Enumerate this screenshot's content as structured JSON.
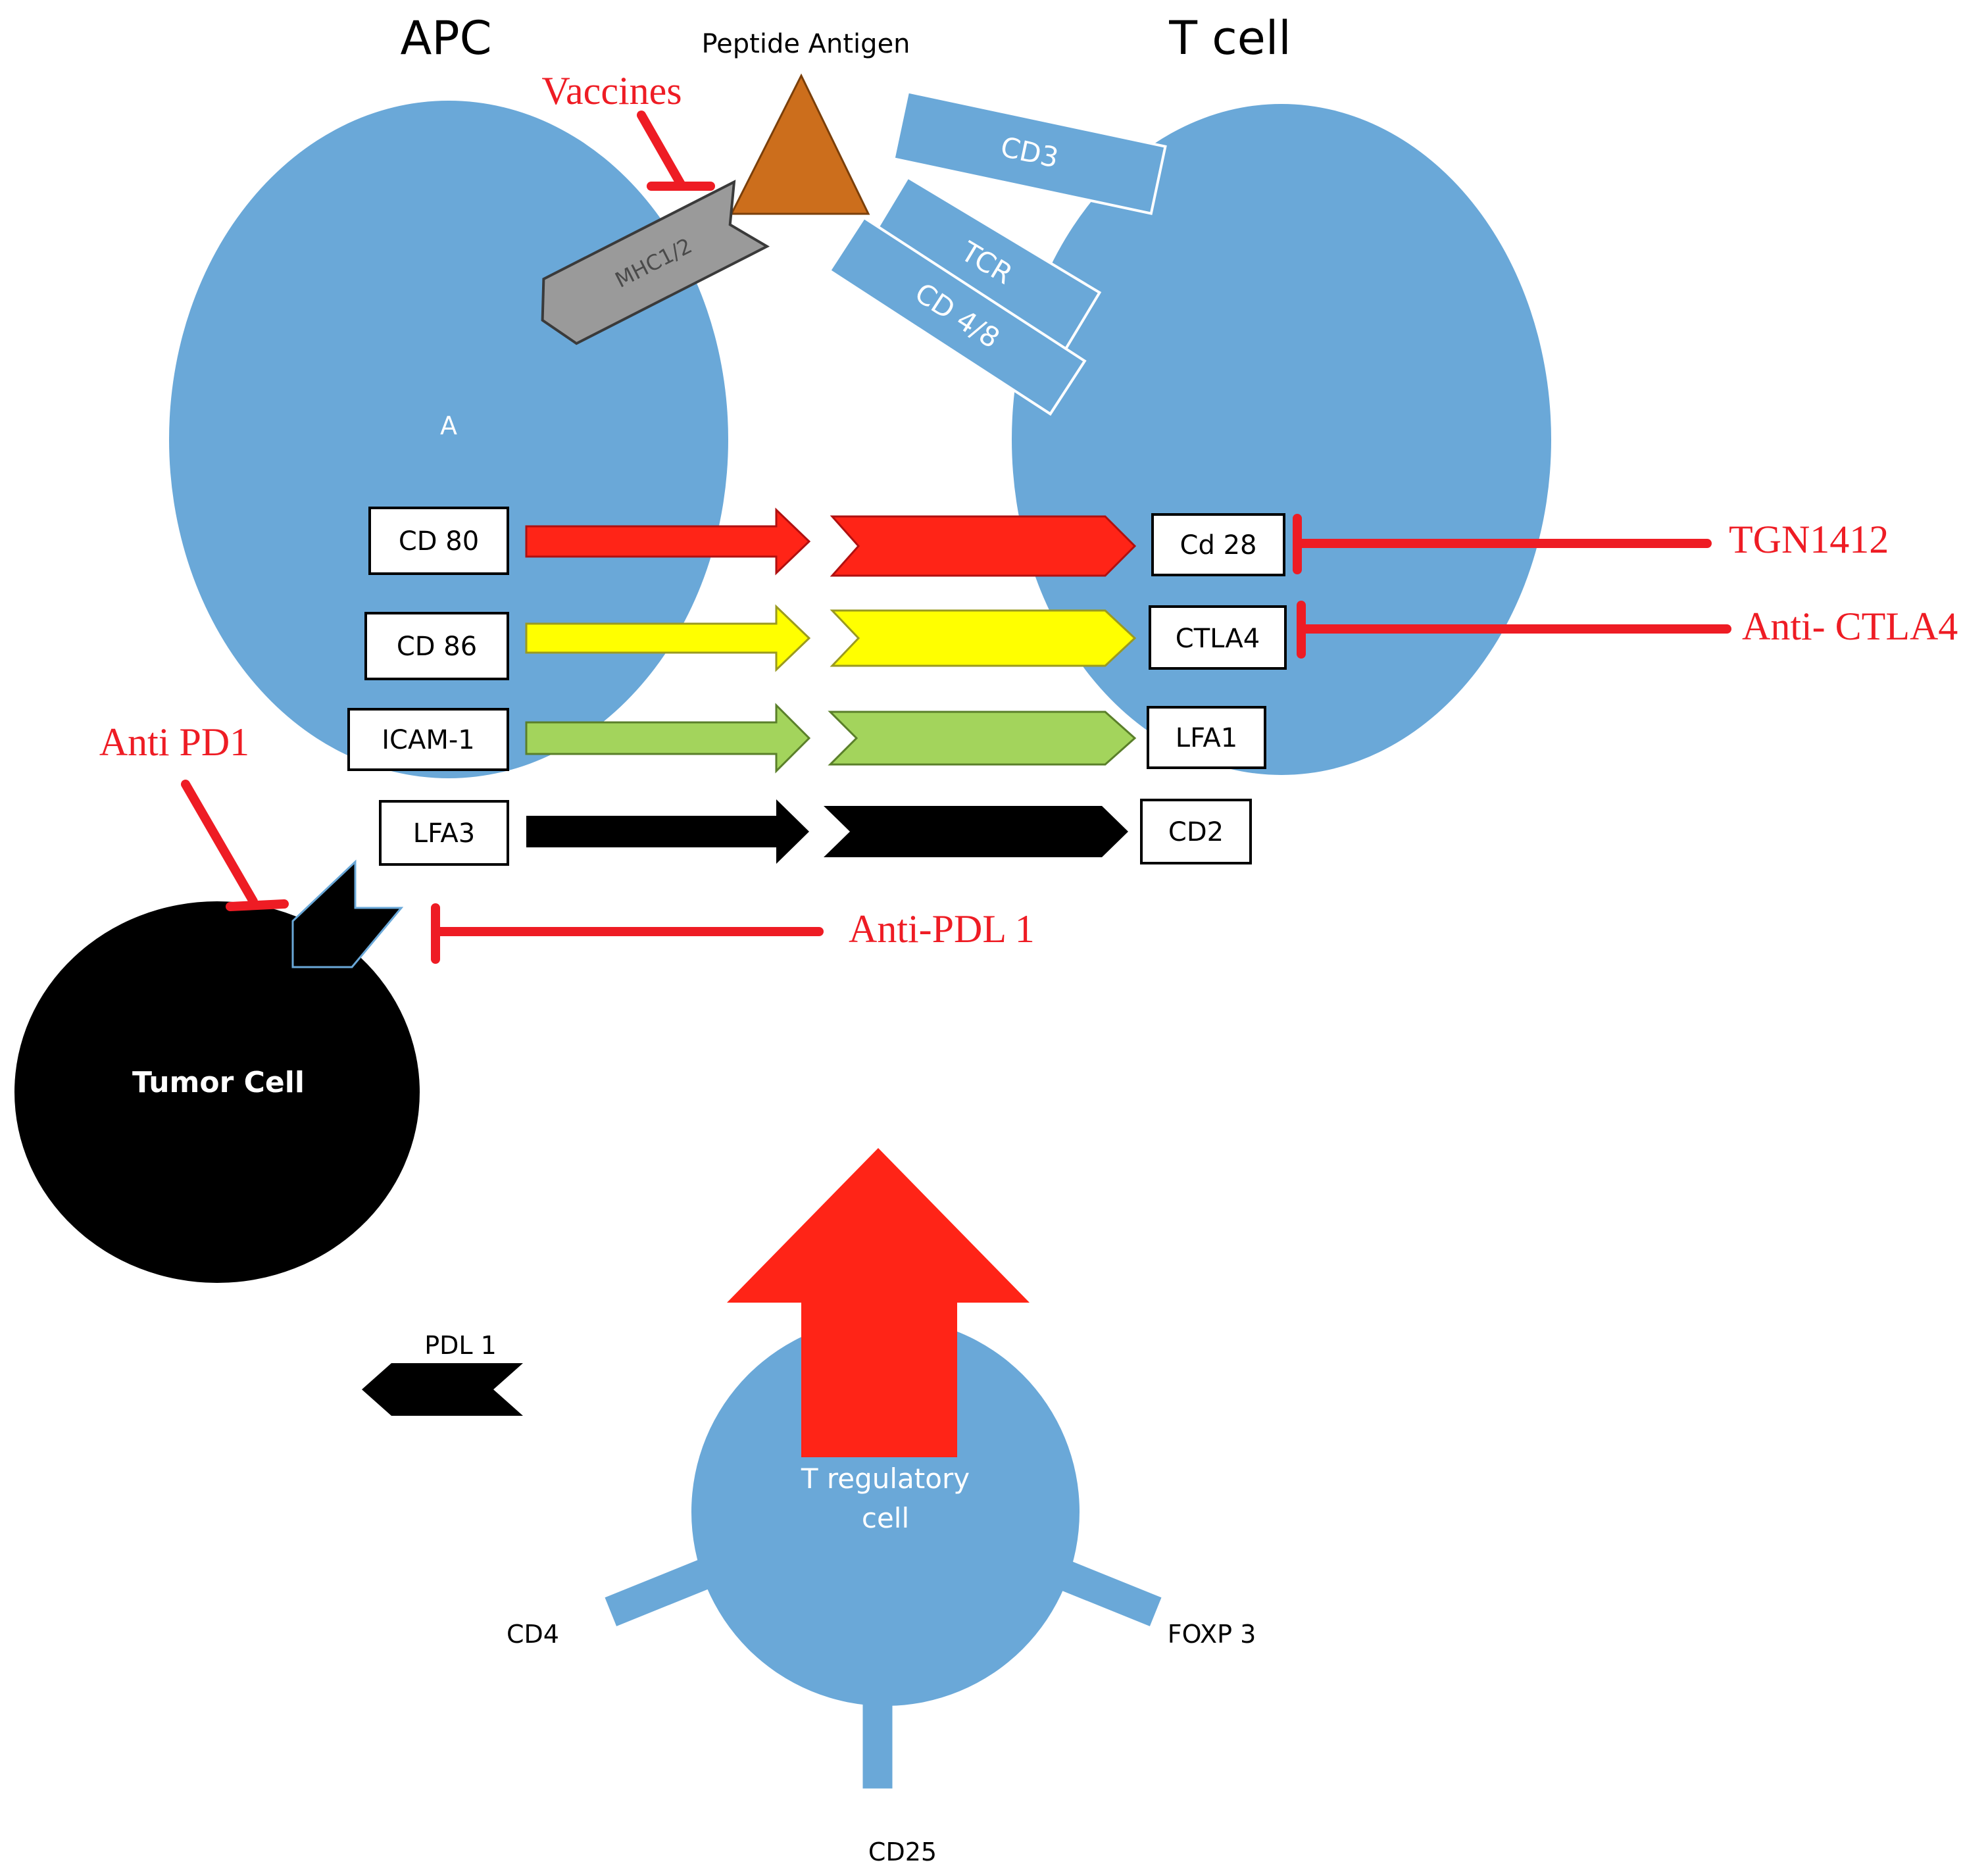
{
  "colors": {
    "cell_blue": "#6aa8d8",
    "antigen_orange": "#cc6e1c",
    "mhc_gray": "#9a9a9a",
    "red": "#ff2417",
    "yellow": "#ffff00",
    "green": "#a3d45c",
    "black": "#000000",
    "drug_red": "#ee1c24"
  },
  "labels": {
    "apc": "APC",
    "t_cell": "T cell",
    "peptide_antigen": "Peptide Antigen",
    "apc_letter": "A",
    "mhc": "MHC1/2",
    "tumor_cell": "Tumor Cell",
    "treg_line1": "T regulatory",
    "treg_line2": "cell",
    "pdl1_free": "PDL 1"
  },
  "tcell_receptors": [
    "CD3",
    "TCR",
    "CD 4/8"
  ],
  "ligand_pairs": [
    {
      "left": "CD 80",
      "right": "Cd 28",
      "color": "red"
    },
    {
      "left": "CD 86",
      "right": "CTLA4",
      "color": "yellow"
    },
    {
      "left": "ICAM-1",
      "right": "LFA1",
      "color": "green"
    },
    {
      "left": "LFA3",
      "right": "CD2",
      "color": "black"
    }
  ],
  "treg_markers": [
    "CD4",
    "CD25",
    "FOXP 3"
  ],
  "drugs": {
    "vaccines": "Vaccines",
    "tgn1412": "TGN1412",
    "anti_ctla4": "Anti- CTLA4",
    "anti_pd1": "Anti PD1",
    "anti_pdl1": "Anti-PDL 1"
  }
}
